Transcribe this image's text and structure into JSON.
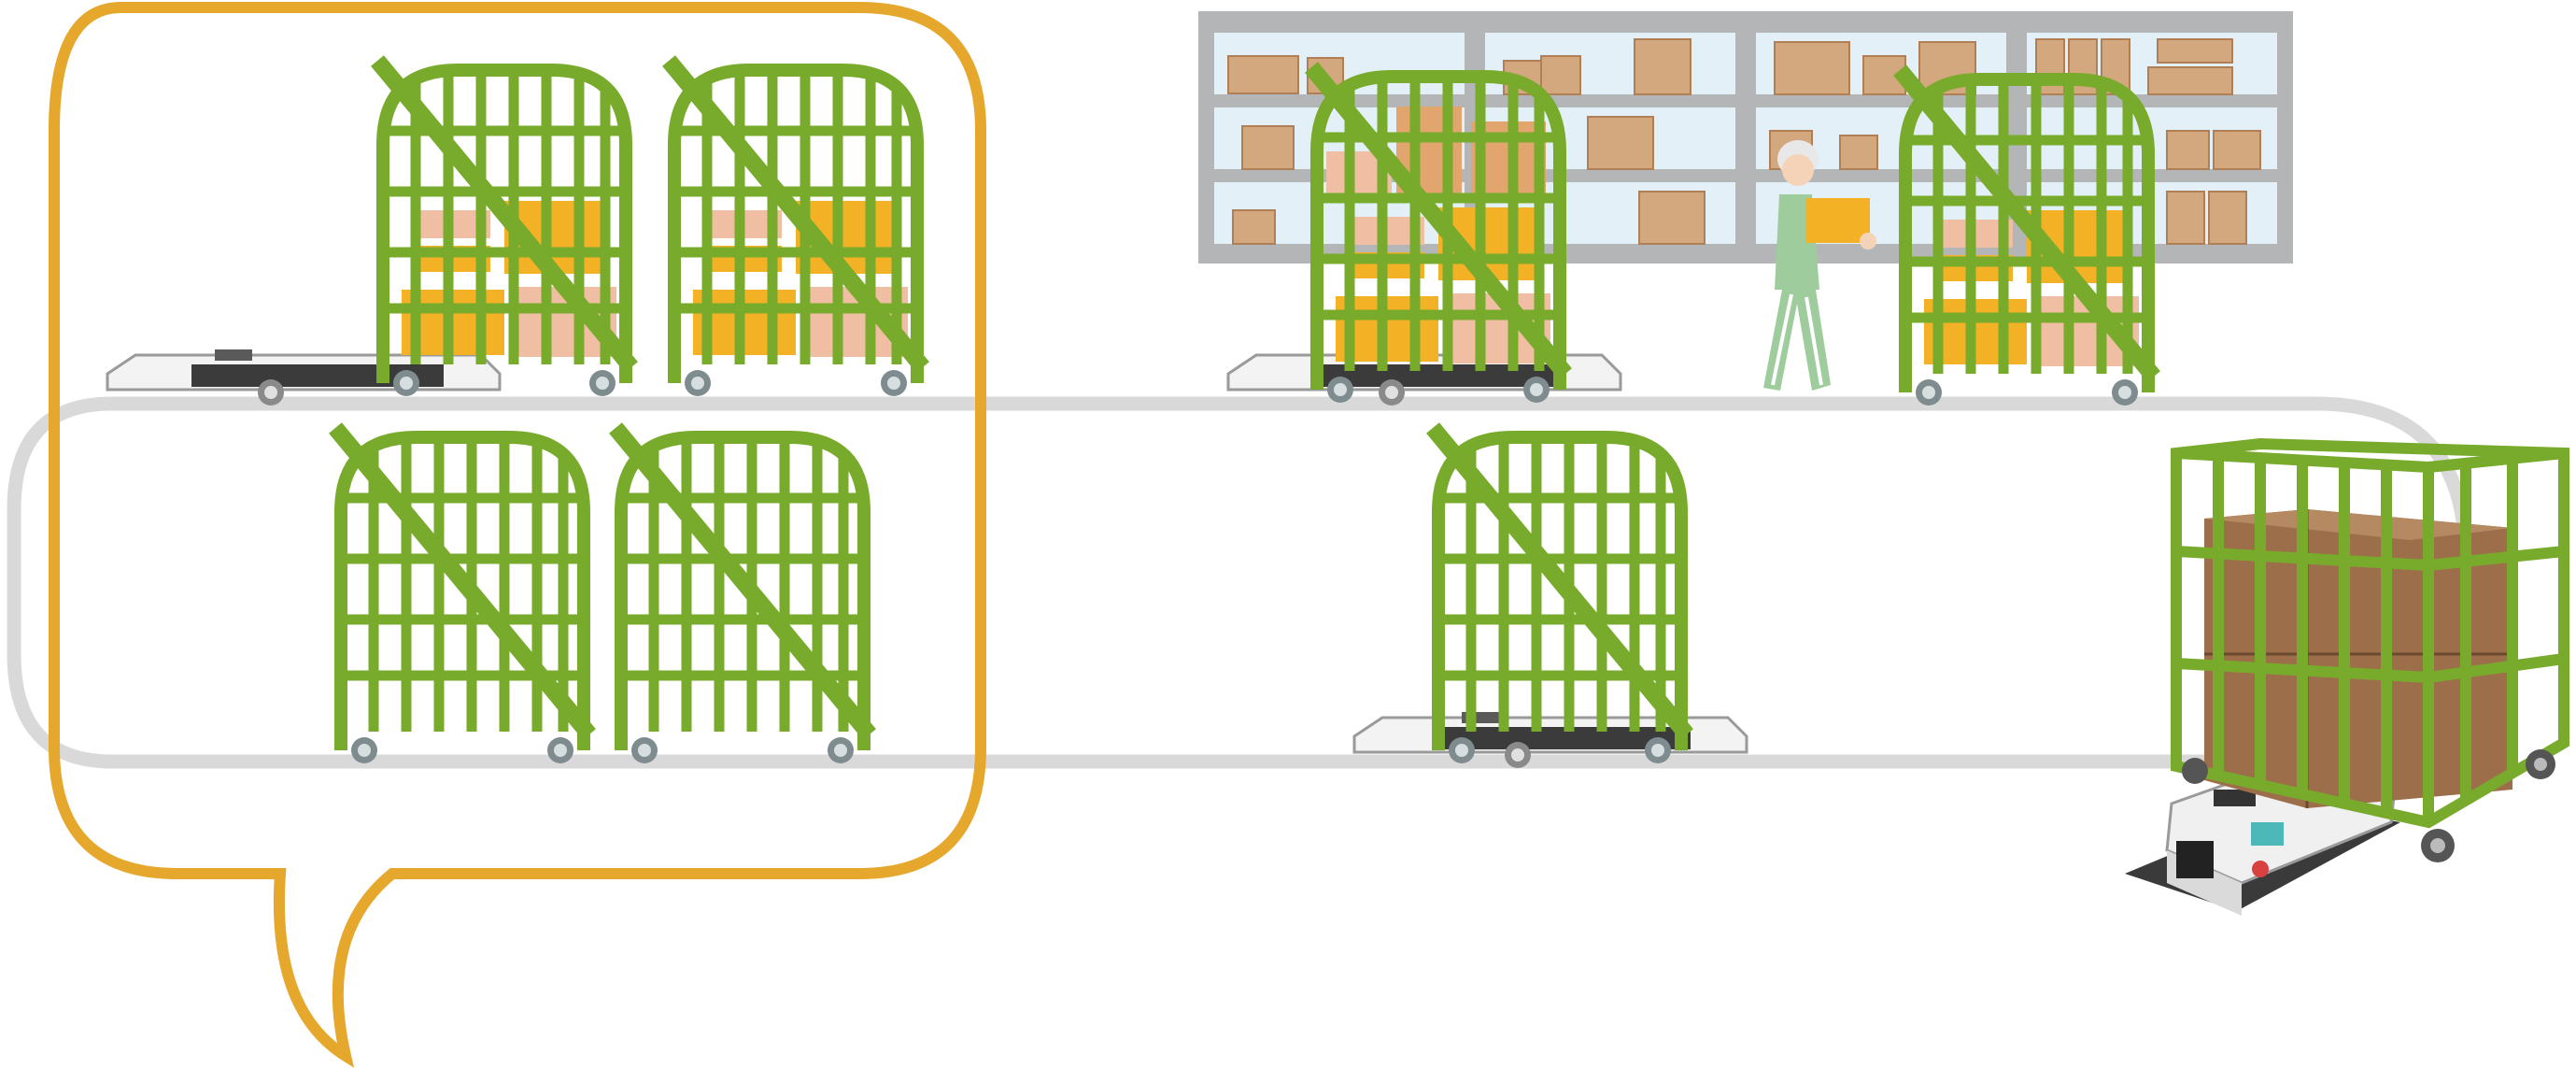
{
  "colors": {
    "bubble": "#E5A72C",
    "track": "#D9D9D9",
    "cart_green": "#78AB2C",
    "box_orange": "#F3B125",
    "box_pink": "#F0BFA3",
    "box_tan": "#E2A56E",
    "shelf_frame": "#B3B5B7",
    "shelf_back": "#E4F0F8",
    "cardboard": "#9C6E49",
    "agv_body": "#EEEEEE",
    "agv_dark": "#3A3A3A",
    "worker_suit": "#9ECC9C"
  },
  "icons": {
    "speech_bubble": "speech-bubble-icon",
    "roll_cart": "roll-cage-cart-icon",
    "agv": "agv-robot-icon",
    "warehouse_shelf": "warehouse-shelf-icon",
    "worker": "warehouse-worker-icon"
  },
  "scene": {
    "bubble_cart_count": 4,
    "loaded_carts_in_bubble": 2,
    "empty_carts_in_bubble": 2,
    "loaded_carts_at_shelf": 2,
    "empty_carts_on_track": 1,
    "agv_count": 4,
    "worker_count": 1
  }
}
